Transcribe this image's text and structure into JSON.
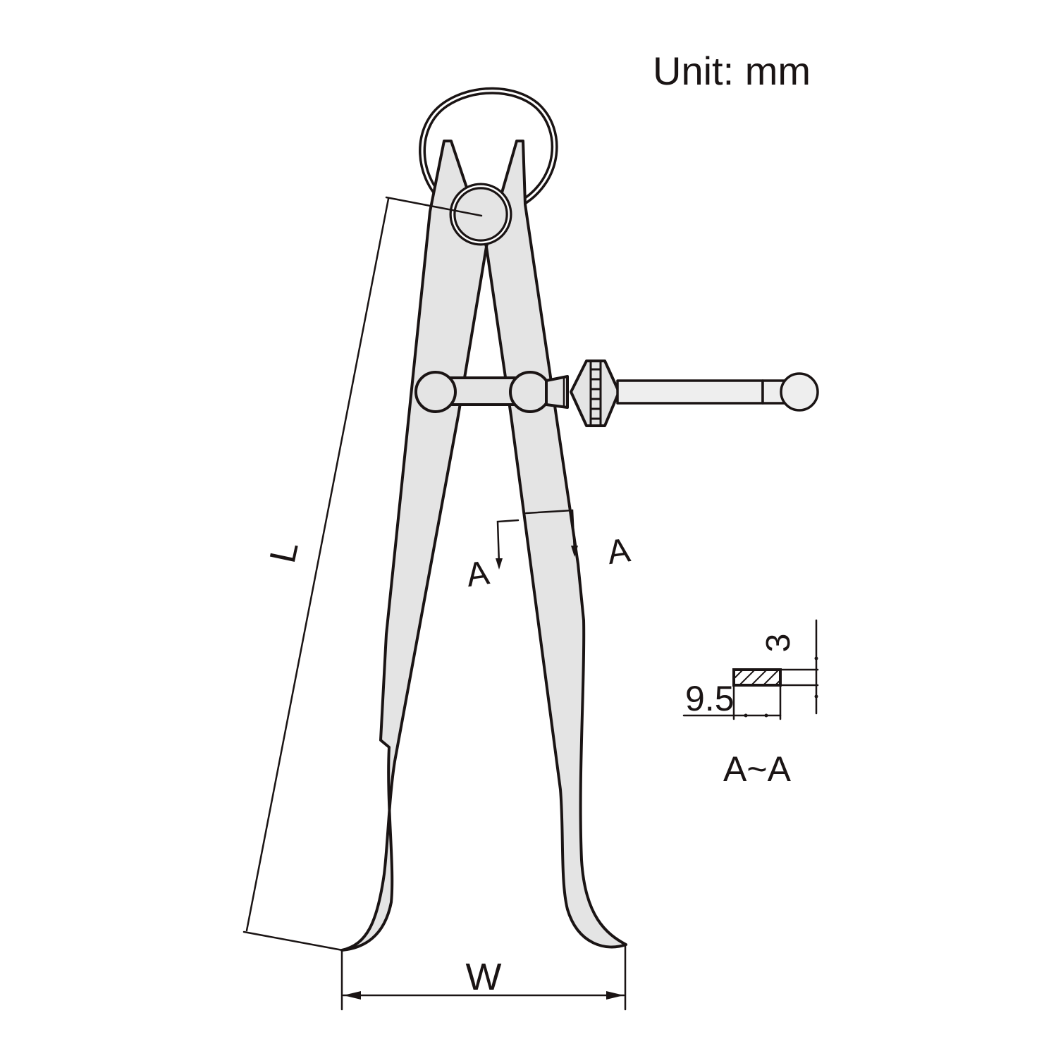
{
  "unit_label": "Unit: mm",
  "dimensions": {
    "length_label": "L",
    "width_label": "W"
  },
  "section": {
    "cut_marker_left": "A",
    "cut_marker_right": "A",
    "section_title": "A~A",
    "width_value": "9.5",
    "thickness_value": "3"
  },
  "colors": {
    "line": "#1a1414",
    "fill": "#e4e4e4",
    "background": "#ffffff"
  }
}
